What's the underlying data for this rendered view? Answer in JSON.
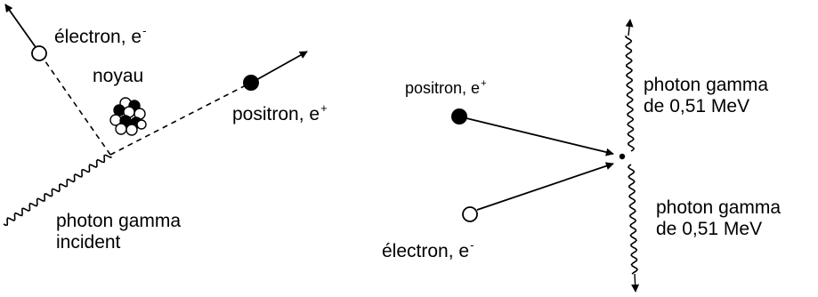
{
  "left_panel": {
    "electron_label": "électron, e",
    "electron_charge": "-",
    "nucleus_label": "noyau",
    "positron_label": "positron, e",
    "positron_charge": "+",
    "incident_photon_line1": "photon gamma",
    "incident_photon_line2": "incident"
  },
  "right_panel": {
    "positron_label": "positron, e",
    "positron_charge": "+",
    "electron_label": "électron, e",
    "electron_charge": "-",
    "photon_up_line1": "photon gamma",
    "photon_up_line2": "de 0,51 MeV",
    "photon_down_line1": "photon gamma",
    "photon_down_line2": "de 0,51 MeV"
  },
  "colors": {
    "ink": "#000000",
    "open_circle_fill": "#ffffff",
    "filled_circle_fill": "#000000"
  }
}
